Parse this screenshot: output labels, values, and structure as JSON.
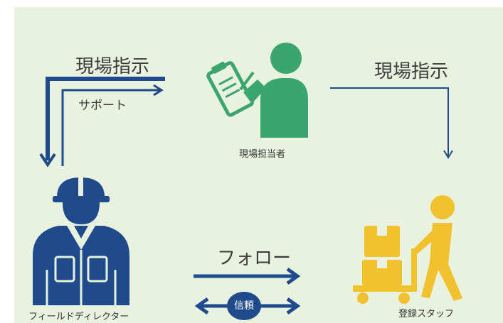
{
  "labels": {
    "instruction_left": "現場指示",
    "instruction_right": "現場指示",
    "support": "サポート",
    "site_manager": "現場担当者",
    "field_director": "フィールドディレクター",
    "registered_staff": "登録スタッフ",
    "follow": "フォロー",
    "trust": "信頼"
  },
  "icons": {
    "site_manager": "person-clipboard-icon",
    "field_director": "worker-helmet-icon",
    "registered_staff": "person-pushing-cart-icon"
  },
  "colors": {
    "background": "#e9f2df",
    "navy": "#1f4a8c",
    "green": "#3aa66e",
    "yellow": "#f2c12e"
  }
}
